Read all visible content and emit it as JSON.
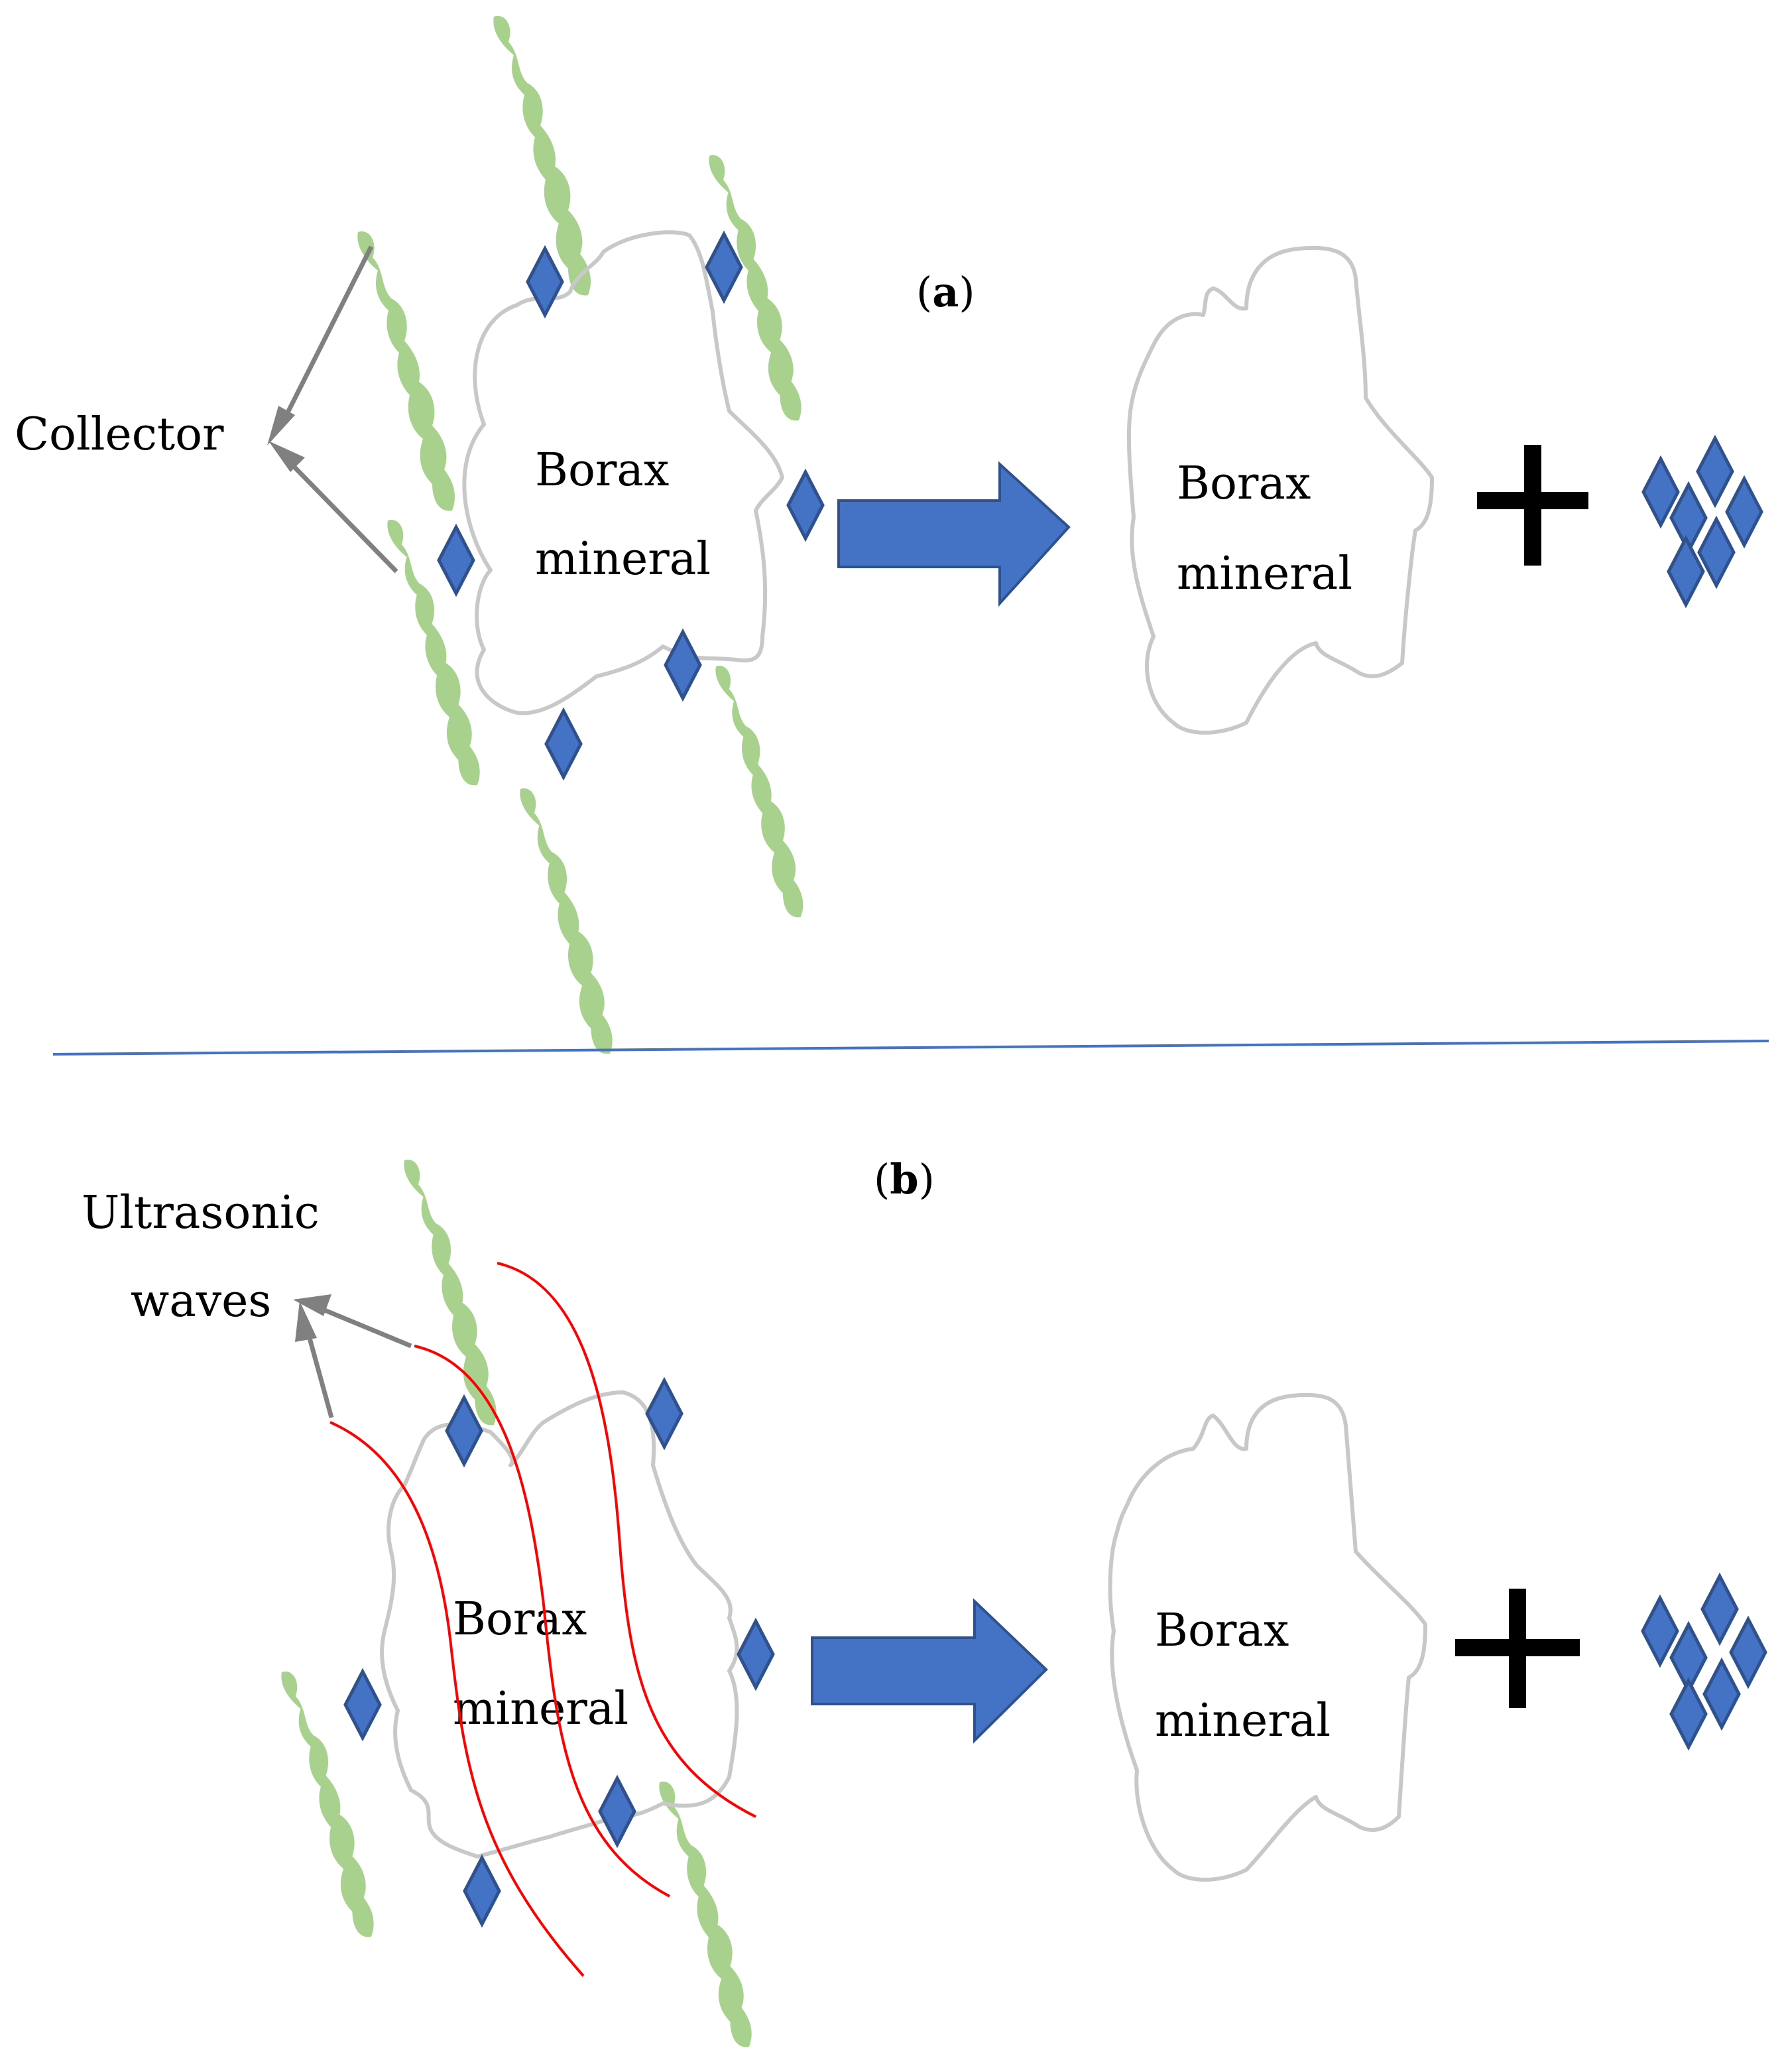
{
  "panel_a": {
    "label_open": "(",
    "label_letter": "a",
    "label_close": ")",
    "pointer_label": "Collector",
    "mineral_line1": "Borax",
    "mineral_line2": "mineral",
    "product_line1": "Borax",
    "product_line2": "mineral"
  },
  "panel_b": {
    "label_open": "(",
    "label_letter": "b",
    "label_close": ")",
    "pointer_line1": "Ultrasonic",
    "pointer_line2": "waves",
    "mineral_line1": "Borax",
    "mineral_line2": "mineral",
    "product_line1": "Borax",
    "product_line2": "mineral"
  },
  "colors": {
    "collector": "#a9d18e",
    "ion": "#4472c4",
    "arrow": "#4472c4",
    "waves": "#ff0000",
    "particle_outline": "#c8c8c8",
    "divider": "#4472c4"
  }
}
